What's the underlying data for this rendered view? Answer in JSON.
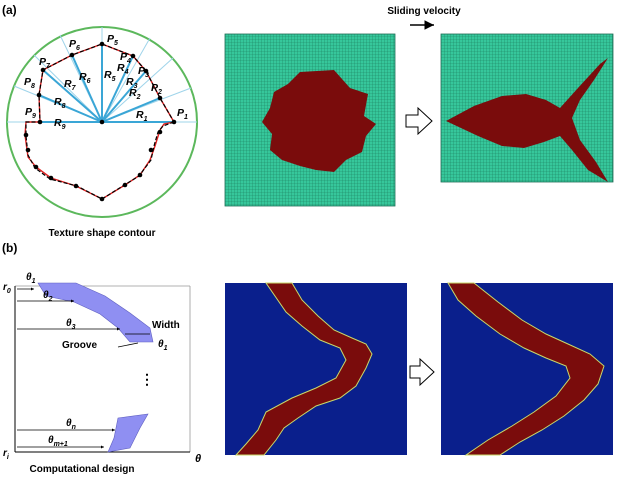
{
  "panel_a": {
    "label": "(a)",
    "caption": "Texture shape contour",
    "sliding_label": "Sliding velocity",
    "points": [
      "P",
      "P",
      "P",
      "P",
      "P",
      "P",
      "P",
      "P",
      "P"
    ],
    "point_subs": [
      "1",
      "2",
      "3",
      "4",
      "5",
      "6",
      "7",
      "8",
      "9"
    ],
    "radii": [
      "R",
      "R",
      "R",
      "R",
      "R",
      "R",
      "R",
      "R",
      "R"
    ],
    "radius_subs": [
      "1",
      "2",
      "3",
      "4",
      "5",
      "6",
      "7",
      "8",
      "9"
    ]
  },
  "panel_b": {
    "label": "(b)",
    "caption": "Computational design",
    "r0": "r",
    "r0_sub": "0",
    "ri": "r",
    "ri_sub": "i",
    "theta_axis": "θ",
    "theta_sym": "θ",
    "theta_subs": [
      "1",
      "2",
      "3",
      "1",
      "n",
      "m+1"
    ],
    "width_label": "Width",
    "groove_label": "Groove",
    "ellipsis": "⋮"
  },
  "colors": {
    "grid_green": "#2fbf95",
    "texture_red": "#7a0c0c",
    "field_blue": "#0a1f8c",
    "groove_purple": "#8f8ff2",
    "circle_green": "#5cb85c",
    "ray_blue": "#3aa6d6",
    "contour_red": "#e02020"
  }
}
